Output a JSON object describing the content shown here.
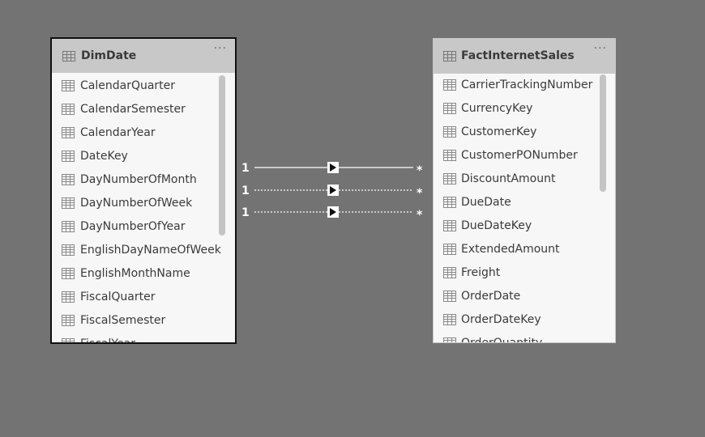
{
  "tables": [
    {
      "title": "DimDate",
      "more": "···",
      "fields": [
        "CalendarQuarter",
        "CalendarSemester",
        "CalendarYear",
        "DateKey",
        "DayNumberOfMonth",
        "DayNumberOfWeek",
        "DayNumberOfYear",
        "EnglishDayNameOfWeek",
        "EnglishMonthName",
        "FiscalQuarter",
        "FiscalSemester",
        "FiscalYear"
      ]
    },
    {
      "title": "FactInternetSales",
      "more": "···",
      "fields": [
        "CarrierTrackingNumber",
        "CurrencyKey",
        "CustomerKey",
        "CustomerPONumber",
        "DiscountAmount",
        "DueDate",
        "DueDateKey",
        "ExtendedAmount",
        "Freight",
        "OrderDate",
        "OrderDateKey",
        "OrderQuantity"
      ]
    }
  ],
  "relationships": [
    {
      "from_cardinality": "1",
      "to_cardinality": "*",
      "style": "active"
    },
    {
      "from_cardinality": "1",
      "to_cardinality": "*",
      "style": "inactive"
    },
    {
      "from_cardinality": "1",
      "to_cardinality": "*",
      "style": "inactive"
    }
  ],
  "colors": {
    "canvas": "#737373",
    "header": "#c8c8c8",
    "card_body": "#f7f7f7",
    "selected_border": "#111111",
    "line": "#ffffff"
  }
}
